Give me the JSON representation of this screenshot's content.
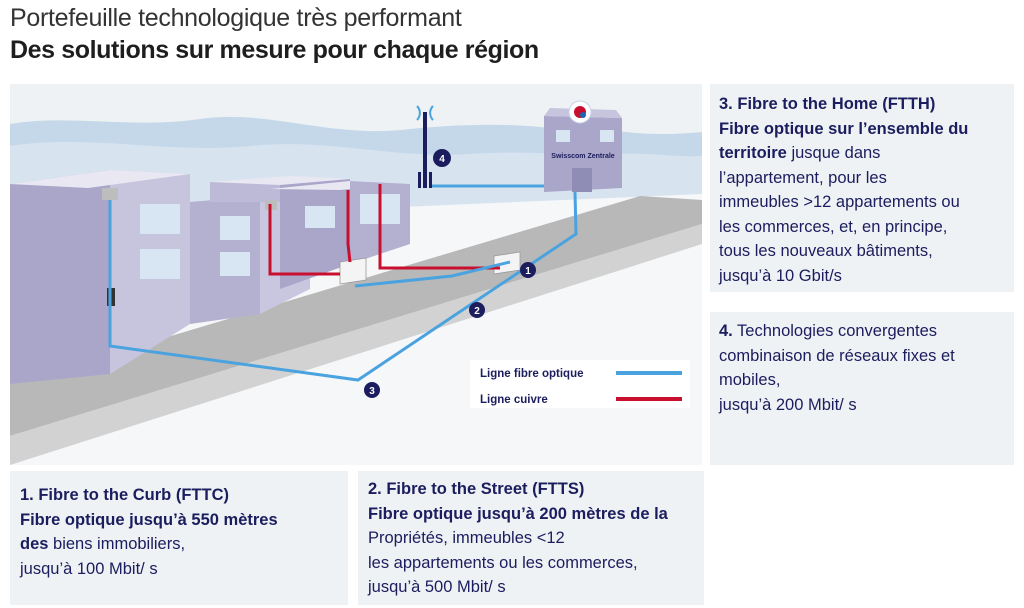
{
  "header": {
    "title": "Portefeuille technologique très performant",
    "subtitle": "Des solutions sur mesure pour chaque région"
  },
  "diagram": {
    "central_label": "Swisscom Zentrale",
    "legend": [
      {
        "label": "Ligne fibre optique",
        "color": "#4aa3df"
      },
      {
        "label": "Ligne cuivre",
        "color": "#c8102e"
      }
    ],
    "markers": [
      "1",
      "2",
      "3",
      "4"
    ]
  },
  "panels": {
    "ftth": {
      "number": "3.",
      "heading": "Fibre to the Home (FTTH)",
      "bold_lines": [
        "Fibre optique sur l’ensemble du"
      ],
      "bold_inline": "territoire",
      "inline_rest": " jusque dans",
      "lines": [
        "l’appartement, pour les",
        "immeubles >12 appartements ou",
        "les commerces,  et, en principe,",
        "tous les nouveaux bâtiments,",
        "jusqu’à 10 Gbit/s"
      ]
    },
    "converged": {
      "number": "4.",
      "first_line": " Technologies convergentes",
      "lines": [
        "combinaison de réseaux fixes et",
        "mobiles,",
        "jusqu’à 200 Mbit/ s"
      ]
    },
    "fttc": {
      "heading": "1. Fibre to the Curb (FTTC)",
      "bold_line": "Fibre optique jusqu’à 550 mètres",
      "bold_inline": "des",
      "inline_rest": " biens immobiliers,",
      "lines": [
        "jusqu’à 100 Mbit/ s"
      ]
    },
    "ftts": {
      "heading": "2. Fibre to the Street (FTTS)",
      "bold_line": "Fibre optique jusqu’à 200 mètres de la",
      "lines": [
        "Propriétés, immeubles <12",
        "les appartements ou les commerces,",
        "jusqu’à 500 Mbit/ s"
      ]
    }
  },
  "colors": {
    "navy": "#1b1d5e",
    "fiber": "#4aa3df",
    "copper": "#c8102e",
    "panel_bg": "#eef2f4",
    "building": "#a9a6c9"
  }
}
